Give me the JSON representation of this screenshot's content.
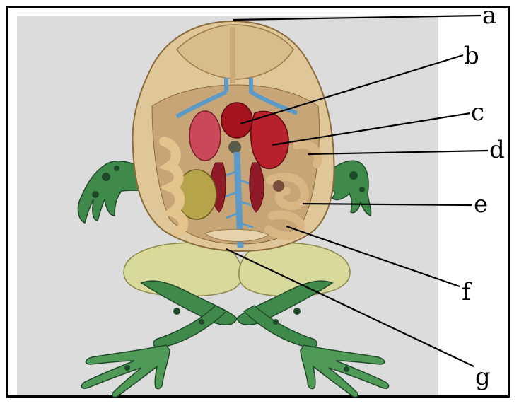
{
  "labels": {
    "a": "a",
    "b": "b",
    "c": "c",
    "d": "d",
    "e": "e",
    "f": "f",
    "g": "g"
  },
  "colors": {
    "background_panel": "#dcdcdc",
    "frog_skin_green": "#3f8a4a",
    "frog_skin_dark": "#1f4a2a",
    "belly_yellow": "#d8d99b",
    "body_wall": "#e0c79a",
    "heart_red": "#a5141e",
    "lung_pink": "#d85e6a",
    "intestine": "#e3c48c",
    "vessel_blue": "#5d9ac7",
    "line_black": "#000000"
  }
}
